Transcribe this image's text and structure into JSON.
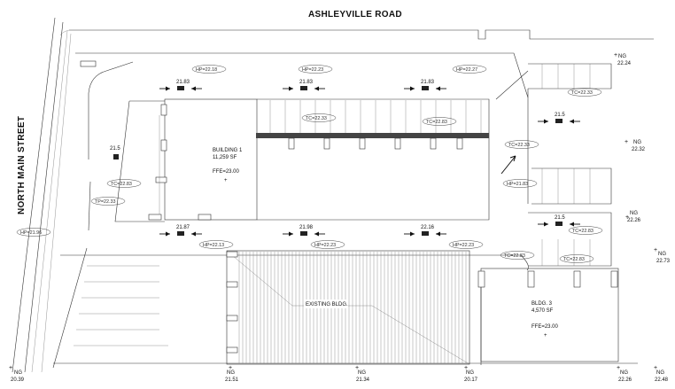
{
  "roads": {
    "north": "ASHLEYVILLE ROAD",
    "west": "NORTH MAIN STREET"
  },
  "buildings": {
    "b1": {
      "name": "BUILDING 1",
      "area": "11,259 SF",
      "ffe": "FFE=23.00"
    },
    "b3": {
      "name": "BLDG. 3",
      "area": "4,570 SF",
      "ffe": "FFE=23.00"
    },
    "existing": {
      "name": "EXISTING BLDG."
    }
  },
  "spot_elevations": [
    {
      "id": "s1",
      "text": "21.83"
    },
    {
      "id": "s2",
      "text": "21.83"
    },
    {
      "id": "s3",
      "text": "21.83"
    },
    {
      "id": "s4",
      "text": "21.5"
    },
    {
      "id": "s5",
      "text": "21.5"
    },
    {
      "id": "s6",
      "text": "21.5"
    },
    {
      "id": "s7",
      "text": "21.87"
    },
    {
      "id": "s8",
      "text": "21.98"
    },
    {
      "id": "s9",
      "text": "22.16"
    }
  ],
  "ng_points": [
    {
      "id": "ng1",
      "label": "NG",
      "value": "22.24"
    },
    {
      "id": "ng2",
      "label": "NG",
      "value": "22.32"
    },
    {
      "id": "ng3",
      "label": "NG",
      "value": "22.26"
    },
    {
      "id": "ng4",
      "label": "NG",
      "value": "22.73"
    },
    {
      "id": "ng5",
      "label": "NG",
      "value": "20.39"
    },
    {
      "id": "ng6",
      "label": "NG",
      "value": "21.51"
    },
    {
      "id": "ng7",
      "label": "NG",
      "value": "21.34"
    },
    {
      "id": "ng8",
      "label": "NG",
      "value": "20.17"
    },
    {
      "id": "ng9",
      "label": "NG",
      "value": "22.26"
    },
    {
      "id": "ng10",
      "label": "NG",
      "value": "22.48"
    }
  ],
  "callouts": [
    {
      "id": "c1",
      "text": "HP=22.18"
    },
    {
      "id": "c2",
      "text": "HP=22.23"
    },
    {
      "id": "c3",
      "text": "HP=22.27"
    },
    {
      "id": "c4",
      "text": "TC=22.33"
    },
    {
      "id": "c5",
      "text": "TC=22.83"
    },
    {
      "id": "c6",
      "text": "TC=22.33"
    },
    {
      "id": "c7",
      "text": "TC=22.33"
    },
    {
      "id": "c8",
      "text": "HP=21.83"
    },
    {
      "id": "c9",
      "text": "TC=22.83"
    },
    {
      "id": "c10",
      "text": "TP=22.33"
    },
    {
      "id": "c11",
      "text": "HP=21.96"
    },
    {
      "id": "c12",
      "text": "TC=22.83"
    },
    {
      "id": "c13",
      "text": "HP=22.13"
    },
    {
      "id": "c14",
      "text": "HP=22.23"
    },
    {
      "id": "c15",
      "text": "HP=22.23"
    },
    {
      "id": "c16",
      "text": "TC=22.83"
    },
    {
      "id": "c17",
      "text": "TC=22.83"
    }
  ]
}
